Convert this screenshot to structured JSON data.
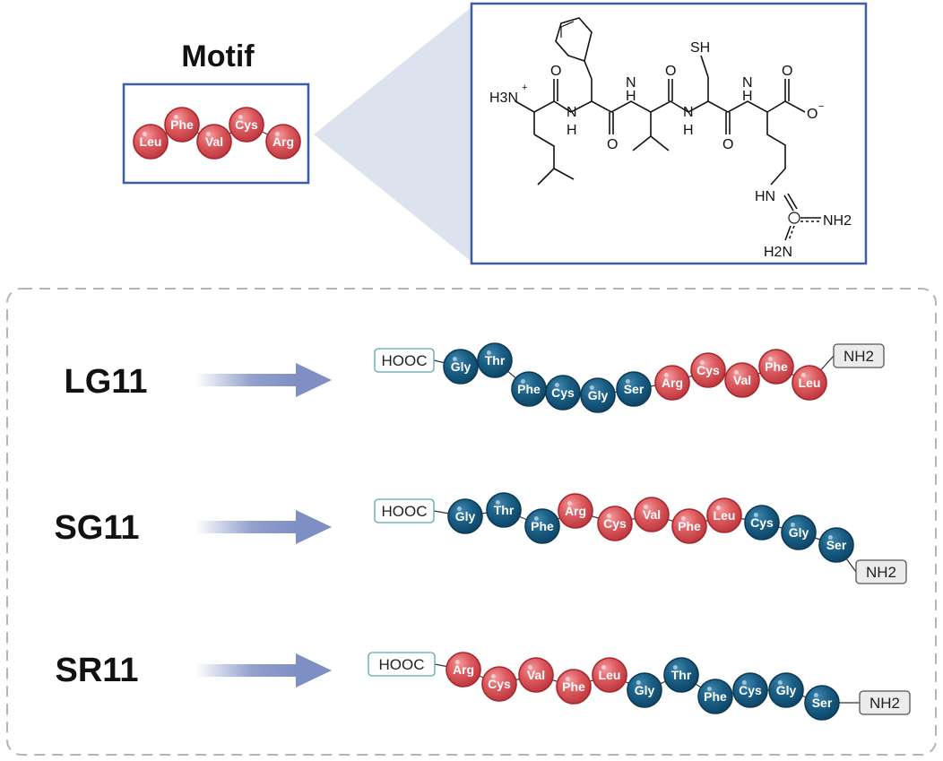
{
  "motif": {
    "title": "Motif",
    "residues": [
      "Leu",
      "Phe",
      "Val",
      "Cys",
      "Arg"
    ]
  },
  "structure": {
    "labels": {
      "h3n": "H3N",
      "plus": "+",
      "nh1": "H",
      "n1": "N",
      "nh2": "H",
      "n2": "N",
      "nh3": "H",
      "n3": "N",
      "nh4": "H",
      "n4": "N",
      "o1": "O",
      "o2": "O",
      "o3": "O",
      "o4": "O",
      "o5": "O",
      "o6": "O",
      "minus": "−",
      "sh": "SH",
      "hn": "HN",
      "nh2a": "NH2",
      "h2n": "H2N"
    }
  },
  "peptides": [
    {
      "name": "LG11",
      "left_terminus": "HOOC",
      "right_terminus": "NH2",
      "residues": [
        "Gly",
        "Thr",
        "Phe",
        "Cys",
        "Gly",
        "Ser",
        "Arg",
        "Cys",
        "Val",
        "Phe",
        "Leu"
      ],
      "kinds": [
        "blue",
        "blue",
        "blue",
        "blue",
        "blue",
        "blue",
        "red",
        "red",
        "red",
        "red",
        "red"
      ]
    },
    {
      "name": "SG11",
      "left_terminus": "HOOC",
      "right_terminus": "NH2",
      "residues": [
        "Gly",
        "Thr",
        "Phe",
        "Arg",
        "Cys",
        "Val",
        "Phe",
        "Leu",
        "Cys",
        "Gly",
        "Ser"
      ],
      "kinds": [
        "blue",
        "blue",
        "blue",
        "red",
        "red",
        "red",
        "red",
        "red",
        "blue",
        "blue",
        "blue"
      ]
    },
    {
      "name": "SR11",
      "left_terminus": "HOOC",
      "right_terminus": "NH2",
      "residues": [
        "Arg",
        "Cys",
        "Val",
        "Phe",
        "Leu",
        "Gly",
        "Thr",
        "Phe",
        "Cys",
        "Gly",
        "Ser"
      ],
      "kinds": [
        "red",
        "red",
        "red",
        "red",
        "red",
        "blue",
        "blue",
        "blue",
        "blue",
        "blue",
        "blue"
      ]
    }
  ],
  "colors": {
    "motif_red": "#d95559",
    "motif_red_dark": "#a8262c",
    "other_blue": "#175a80",
    "other_blue_dark": "#0b3a55",
    "box_border": "#3a5ea6",
    "arrow": "#7f8fc4",
    "dashed_border": "#b5b5b5",
    "hooc_border": "#5aa8a8"
  }
}
